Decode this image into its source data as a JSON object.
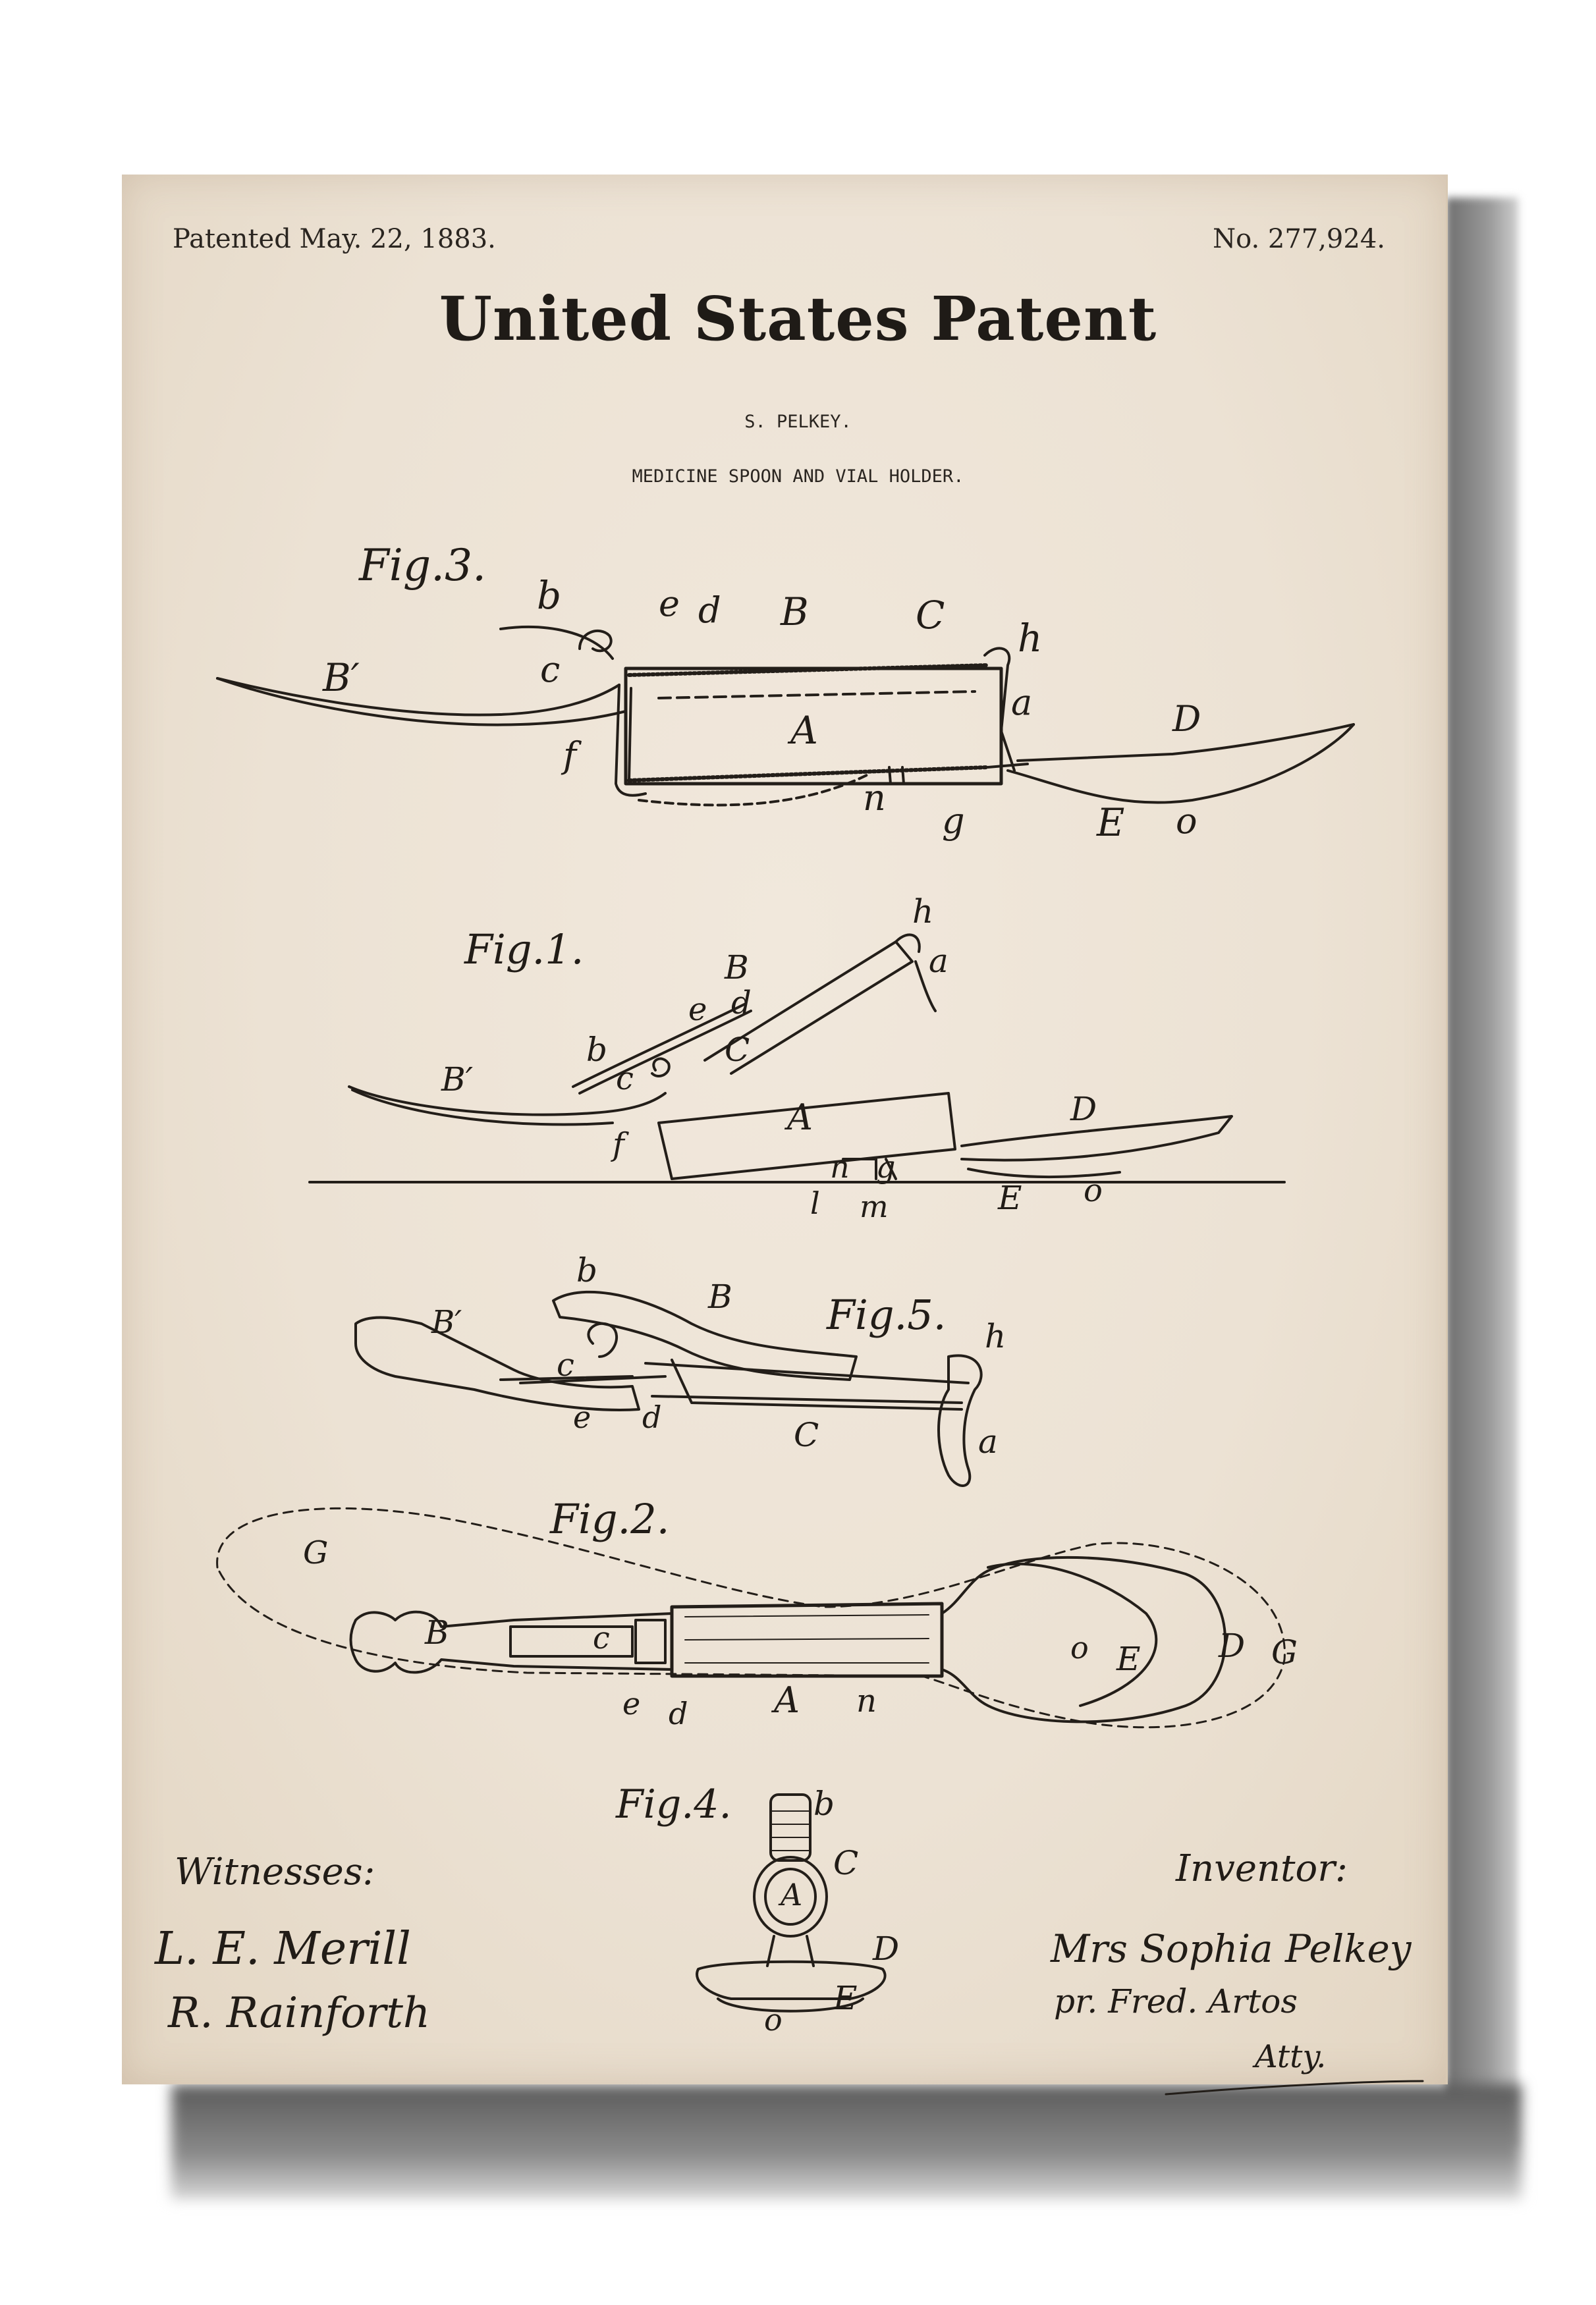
{
  "header": {
    "date": "Patented May. 22, 1883.",
    "number": "No. 277,924.",
    "title": "United States Patent",
    "inventor_name": "S. PELKEY.",
    "invention": "MEDICINE SPOON AND VIAL HOLDER."
  },
  "figures": {
    "fig3": {
      "caption": "Fig.3.",
      "labels": {
        "b": "b",
        "e": "e",
        "d": "d",
        "B": "B",
        "C": "C",
        "h": "h",
        "Bp": "B′",
        "c": "c",
        "a": "a",
        "D": "D",
        "A": "A",
        "f": "f",
        "n": "n",
        "g": "g",
        "E": "E",
        "o": "o"
      }
    },
    "fig1": {
      "caption": "Fig.1.",
      "labels": {
        "h": "h",
        "a": "a",
        "B": "B",
        "e": "e",
        "d": "d",
        "b": "b",
        "Bp": "B′",
        "c": "c",
        "C": "C",
        "A": "A",
        "D": "D",
        "f": "f",
        "n": "n",
        "g": "g",
        "l": "l",
        "m": "m",
        "E": "E",
        "o": "o"
      }
    },
    "fig5": {
      "caption": "Fig.5.",
      "labels": {
        "b": "b",
        "B": "B",
        "h": "h",
        "Bp": "B′",
        "c": "c",
        "e": "e",
        "d": "d",
        "C": "C",
        "a": "a"
      }
    },
    "fig2": {
      "caption": "Fig.2.",
      "labels": {
        "G1": "G",
        "B": "B",
        "c": "c",
        "e": "e",
        "d": "d",
        "A": "A",
        "n": "n",
        "o": "o",
        "E": "E",
        "D": "D",
        "G2": "G"
      }
    },
    "fig4": {
      "caption": "Fig.4.",
      "labels": {
        "b": "b",
        "C": "C",
        "A": "A",
        "D": "D",
        "E": "E",
        "o": "o"
      }
    }
  },
  "signatures": {
    "witnesses_label": "Witnesses:",
    "witness_1": "L. E. Merill",
    "witness_2": "R. Rainforth",
    "inventor_label": "Inventor:",
    "inventor_signature": "Mrs Sophia Pelkey",
    "attorney_line": "pr. Fred. Artos",
    "attorney_abbrev": "Atty."
  }
}
